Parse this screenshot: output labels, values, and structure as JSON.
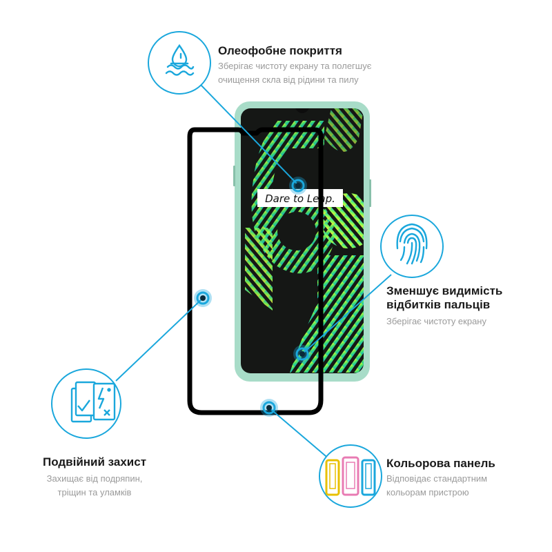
{
  "screen": {
    "badge_text": "Dare to Leap."
  },
  "features": [
    {
      "title": "Олеофобне покриття",
      "desc_lines": [
        "Зберігає чистоту екрану та полегшує",
        "очищення скла від рідини та пилу"
      ],
      "icon": "water-drop-icon"
    },
    {
      "title_lines": [
        "Зменшує видимість",
        "відбитків пальців"
      ],
      "desc_lines": [
        "Зберігає чистоту екрану"
      ],
      "icon": "fingerprint-icon"
    },
    {
      "title": "Подвійний захист",
      "desc_lines": [
        "Захищає від подряпин,",
        "тріщин та уламків"
      ],
      "icon": "double-protection-icon"
    },
    {
      "title": "Кольорова панель",
      "desc_lines": [
        "Відповідає стандартним",
        "кольорам пристрою"
      ],
      "icon": "color-panel-icon"
    }
  ],
  "colors": {
    "accent": "#1aa7dc",
    "phone_body": "#a8dcc8",
    "screen_bg": "#151715",
    "glass_frame": "#000000",
    "panel_yellow": "#e8c000",
    "panel_pink": "#e87bb3",
    "panel_blue": "#1aa7dc"
  }
}
